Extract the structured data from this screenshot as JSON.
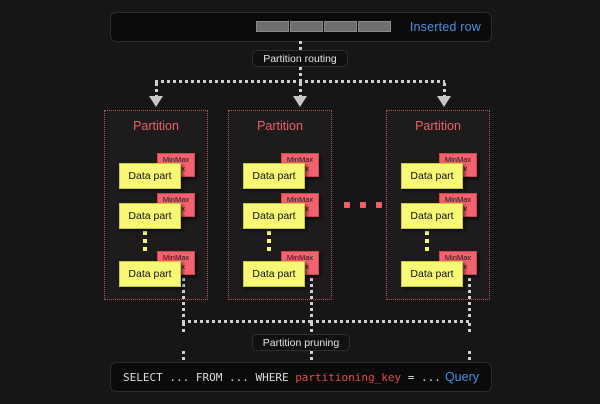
{
  "diagram": {
    "background_color": "#161616",
    "accent_blue": "#4a8fe0",
    "accent_red": "#e8626a",
    "accent_yellow": "#f7f876"
  },
  "inserted_row": {
    "label": "Inserted row",
    "cells": [
      "",
      "",
      "",
      ""
    ]
  },
  "routing": {
    "label": "Partition routing"
  },
  "partitions": [
    {
      "title": "Partition",
      "parts": [
        {
          "label": "Data part",
          "index_line1": "MinMax",
          "index_line2": "index"
        },
        {
          "label": "Data part",
          "index_line1": "MinMax",
          "index_line2": "index"
        },
        {
          "label": "Data part",
          "index_line1": "MinMax",
          "index_line2": "index"
        }
      ]
    },
    {
      "title": "Partition",
      "parts": [
        {
          "label": "Data part",
          "index_line1": "MinMax",
          "index_line2": "index"
        },
        {
          "label": "Data part",
          "index_line1": "MinMax",
          "index_line2": "index"
        },
        {
          "label": "Data part",
          "index_line1": "MinMax",
          "index_line2": "index"
        }
      ]
    },
    {
      "title": "Partition",
      "parts": [
        {
          "label": "Data part",
          "index_line1": "MinMax",
          "index_line2": "index"
        },
        {
          "label": "Data part",
          "index_line1": "MinMax",
          "index_line2": "index"
        },
        {
          "label": "Data part",
          "index_line1": "MinMax",
          "index_line2": "index"
        }
      ]
    }
  ],
  "pruning": {
    "label": "Partition pruning"
  },
  "query": {
    "prefix": "SELECT ... FROM ... WHERE ",
    "key": "partitioning_key",
    "suffix": " = ...",
    "label": "Query"
  }
}
